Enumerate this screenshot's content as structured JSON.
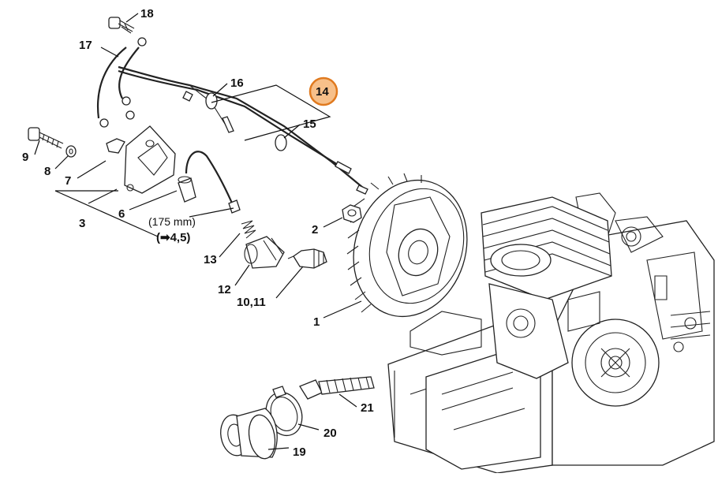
{
  "diagram": {
    "labels": {
      "p1": "1",
      "p2": "2",
      "p3": "3",
      "p6": "6",
      "p7": "7",
      "p8": "8",
      "p9": "9",
      "p10_11": "10,11",
      "p12": "12",
      "p13": "13",
      "p14": "14",
      "p15": "15",
      "p16": "16",
      "p17": "17",
      "p18": "18",
      "p19": "19",
      "p20": "20",
      "p21": "21"
    },
    "notes": {
      "length": "(175 mm)",
      "reference": "(➡4,5)"
    },
    "colors": {
      "line": "#111111",
      "highlight_fill": "#f7c08a",
      "highlight_stroke": "#e07a1f",
      "background": "#ffffff"
    }
  }
}
